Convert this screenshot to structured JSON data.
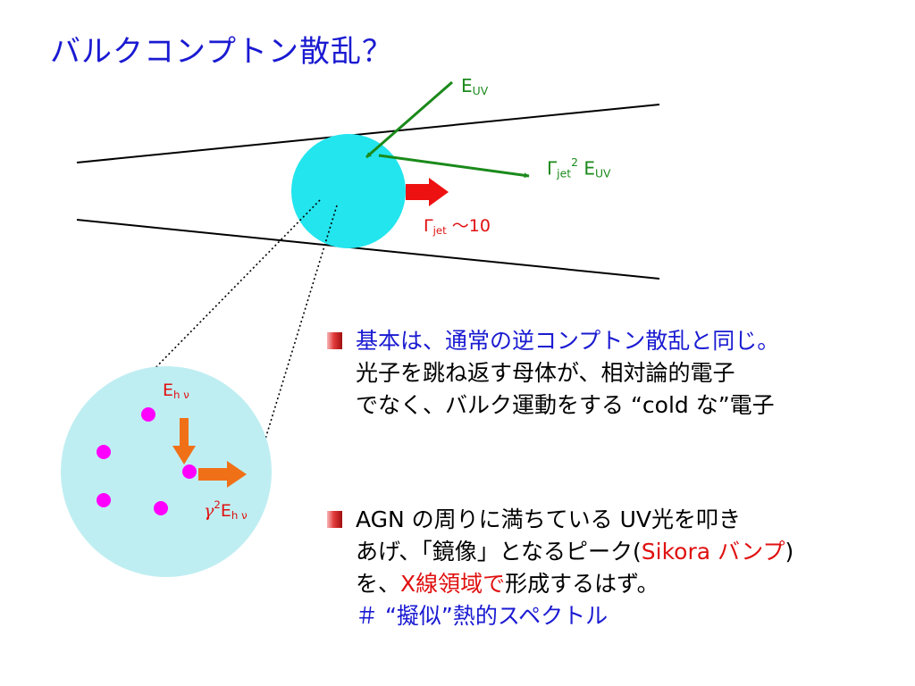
{
  "title": "バルクコンプトン散乱？",
  "diagram": {
    "label_euv": {
      "base": "E",
      "sub": "UV"
    },
    "label_gamma2_euv": {
      "g": "Γ",
      "sub": "jet",
      "sup": "2",
      "e": "E",
      "esub": "UV"
    },
    "label_gamma_jet": {
      "g": "Γ",
      "sub": "jet",
      "rest": " ～10"
    },
    "label_ehnu": {
      "base": "E",
      "sub": "h ν"
    },
    "label_gamma2_ehnu": {
      "g": "γ",
      "sup": "2",
      "e": "E",
      "sub": "h ν"
    },
    "colors": {
      "jet_blob": "#23e5ee",
      "zoom_circle": "#bfeef2",
      "electron": "#ff00ff",
      "green_arrow": "#1a8a1a",
      "red_arrow": "#ee1111",
      "orange_arrow": "#f07018"
    }
  },
  "bullet1": {
    "line1": "基本は、通常の逆コンプトン散乱と同じ。",
    "line2": "光子を跳ね返す母体が、相対論的電子",
    "line3": "でなく、バルク運動をする “cold な”電子"
  },
  "bullet2": {
    "line1": "AGN の周りに満ちている UV光を叩き",
    "line2_a": "あげ、「鏡像」となるピーク(",
    "line2_b": "Sikora バンプ",
    "line2_c": ")",
    "line3_a": "を、",
    "line3_b": "X線領域で",
    "line3_c": "形成するはず。",
    "line4": "＃ “擬似”熱的スペクトル"
  }
}
